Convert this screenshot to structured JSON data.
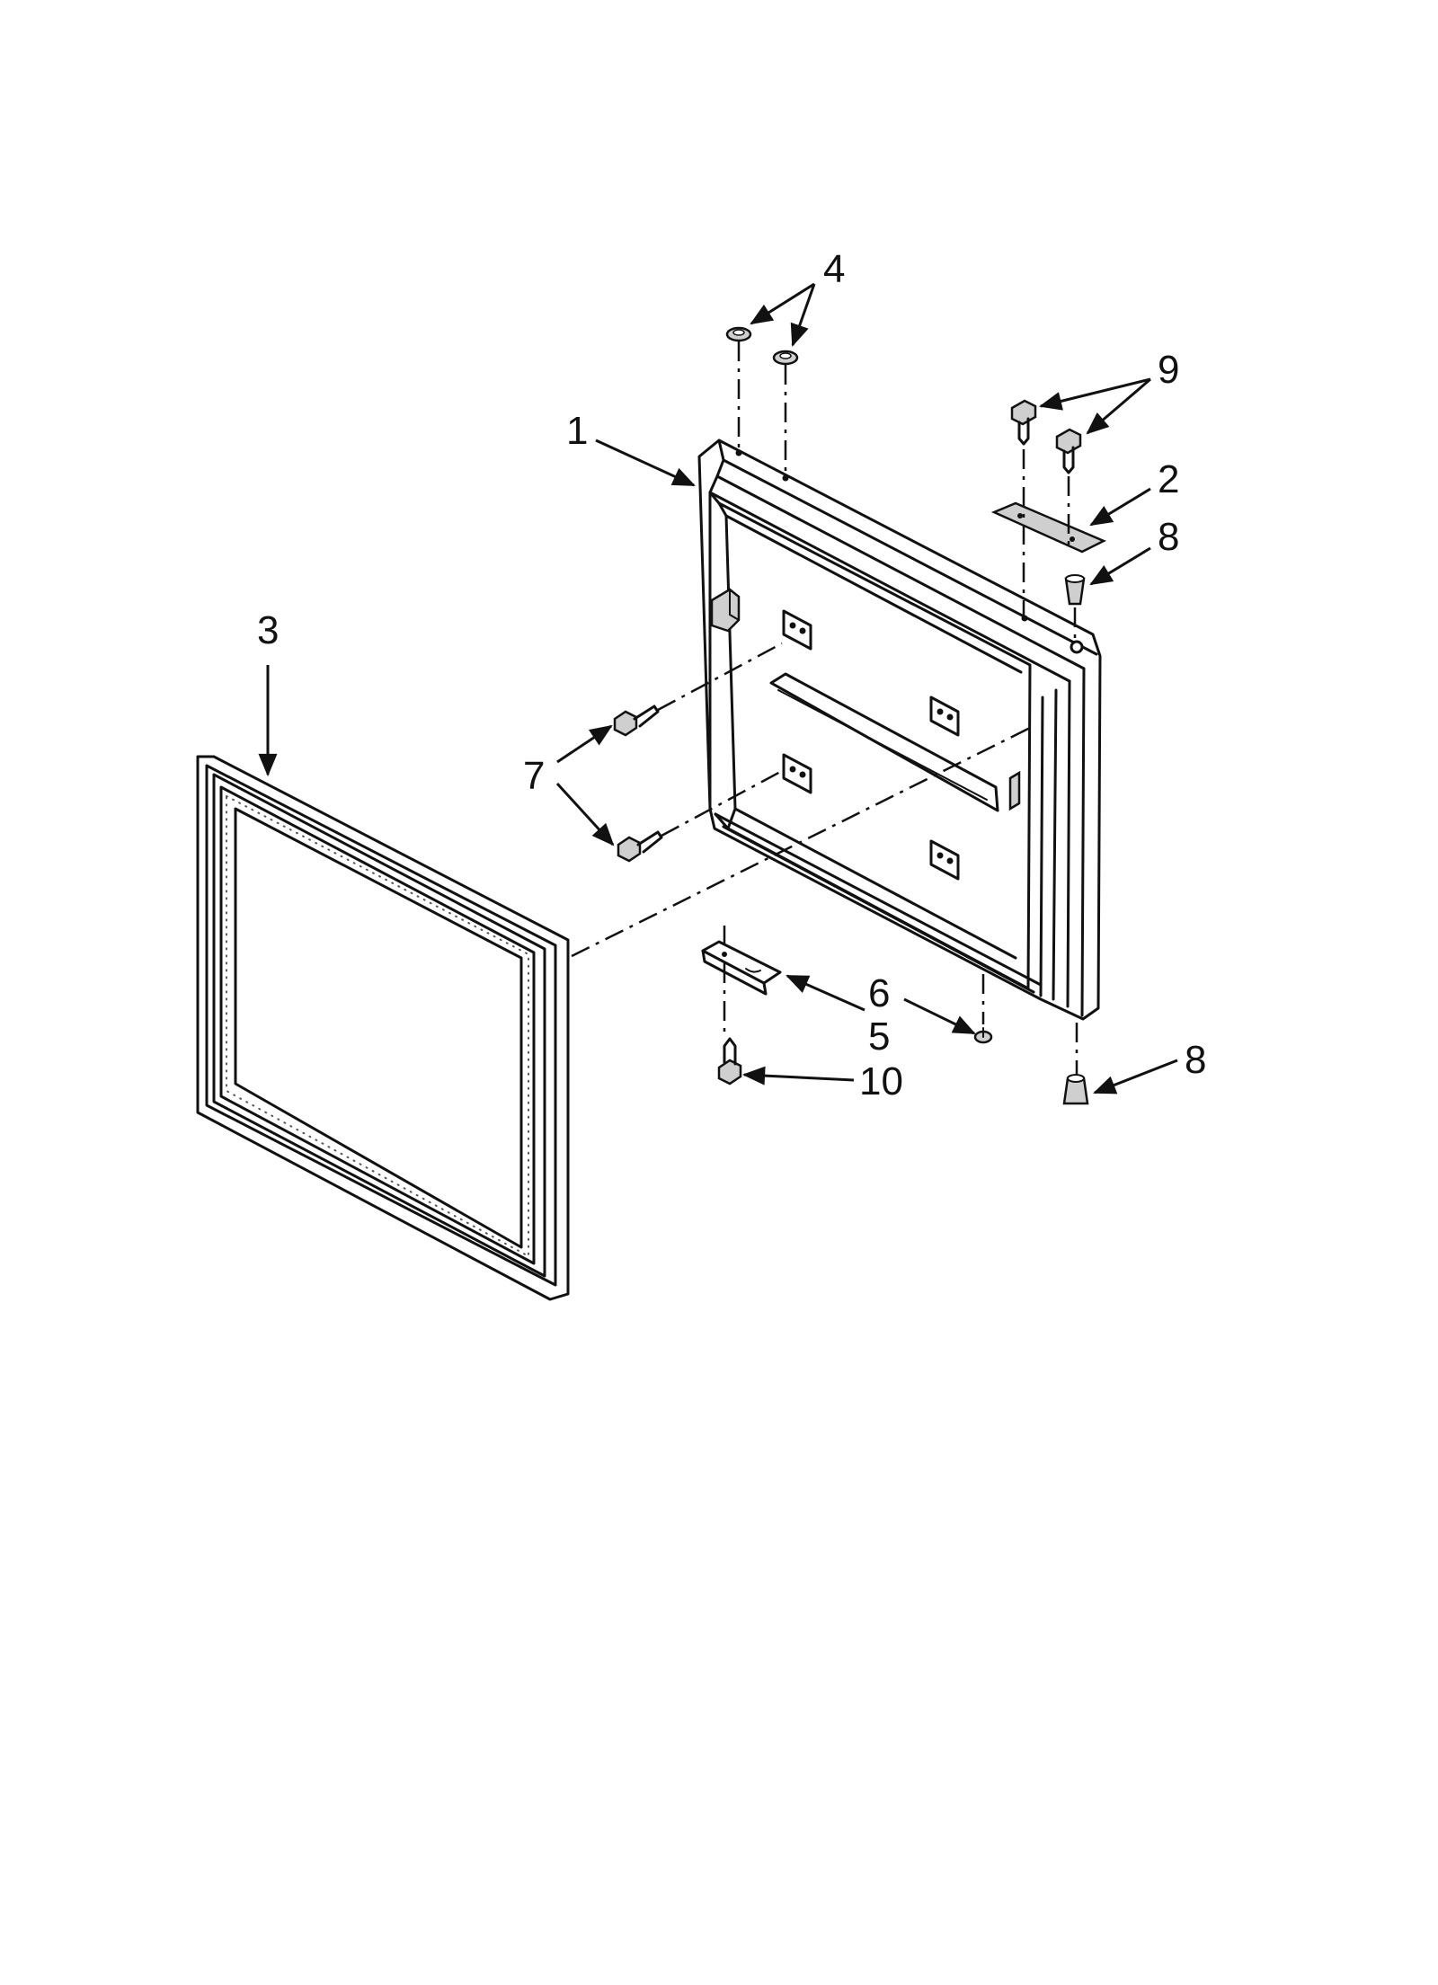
{
  "callouts": {
    "c1": "1",
    "c2": "2",
    "c3": "3",
    "c4": "4",
    "c5": "5",
    "c6": "6",
    "c7": "7",
    "c8_top": "8",
    "c8_bottom": "8",
    "c9": "9",
    "c10": "10"
  }
}
